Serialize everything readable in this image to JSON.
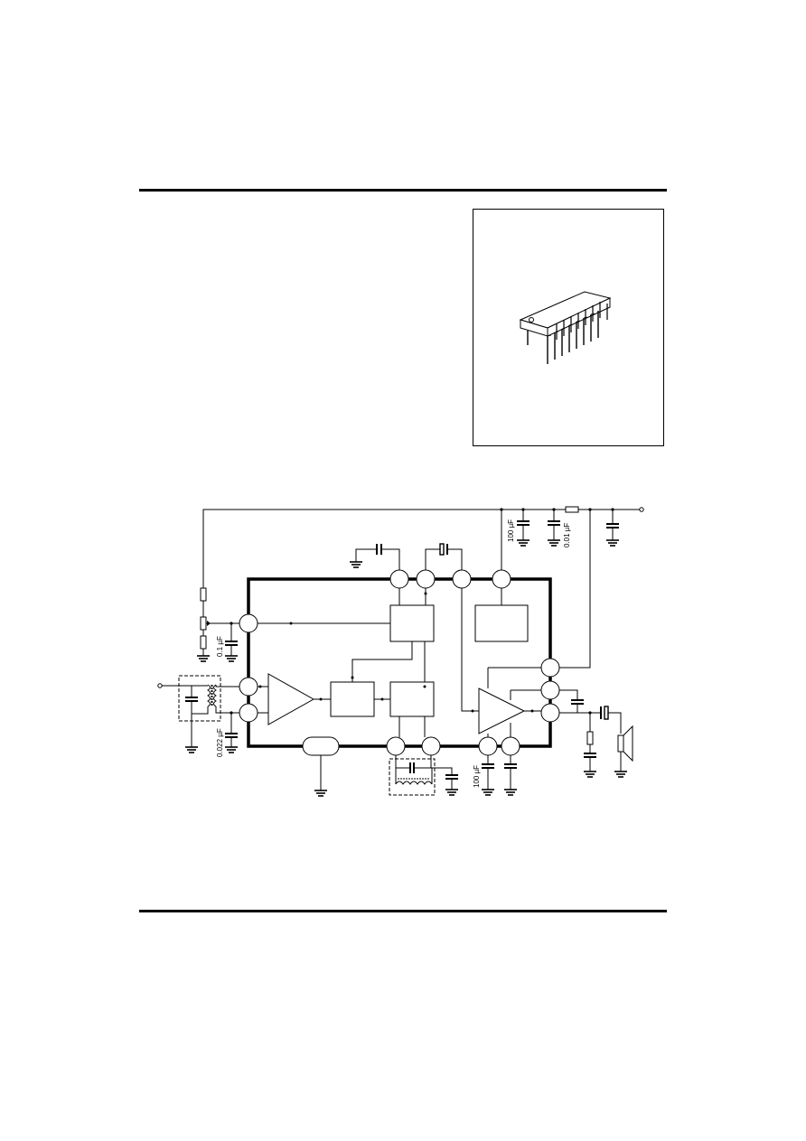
{
  "schematic": {
    "capacitor_labels": {
      "c_supply_bulk": "100 µF",
      "c_supply_bypass": "0.01 µF",
      "c_bias": "0.1 µF",
      "c_input": "0.022 µF",
      "c_output_pin": "100 µF"
    }
  }
}
